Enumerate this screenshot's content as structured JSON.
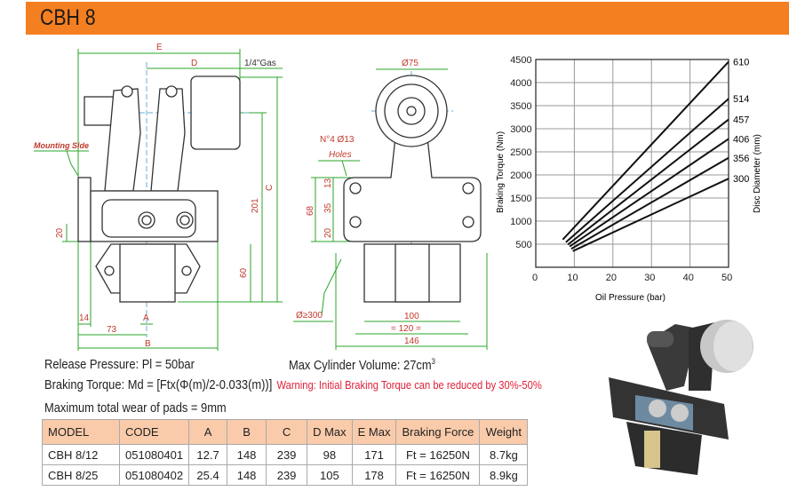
{
  "title": "CBH 8",
  "side_view": {
    "E": "E",
    "D": "D",
    "gas": "1/4\"Gas",
    "mounting_side": "Mounting Side",
    "C": "C",
    "dim_201": "201",
    "dim_60": "60",
    "dim_20": "20",
    "dim_14": "14",
    "A": "A",
    "dim_73": "73",
    "B": "B"
  },
  "front_view": {
    "dia75": "Ø75",
    "holes_count": "N°4 Ø13",
    "holes": "Holes",
    "dim_68": "68",
    "dim_13": "13",
    "dim_35": "35",
    "dim_20": "20",
    "disc_min": "Ø≥300",
    "dim_100": "100",
    "dim_120": "= 120 =",
    "dim_146": "146"
  },
  "specs": {
    "release_pressure": "Release Pressure: Pl = 50bar",
    "cylinder_volume": "Max Cylinder Volume: 27cm",
    "cylinder_volume_sup": "3",
    "braking_torque": "Braking Torque: Md = [Ftx(Φ(m)/2-0.033(m))]",
    "warning": "Warning: Initial Braking Torque can be reduced by 30%-50%",
    "pad_wear": "Maximum total wear of pads = 9mm"
  },
  "table": {
    "headers": [
      "MODEL",
      "CODE",
      "A",
      "B",
      "C",
      "D Max",
      "E Max",
      "Braking Force",
      "Weight"
    ],
    "rows": [
      [
        "CBH 8/12",
        "051080401",
        "12.7",
        "148",
        "239",
        "98",
        "171",
        "Ft = 16250N",
        "8.7kg"
      ],
      [
        "CBH 8/25",
        "051080402",
        "25.4",
        "148",
        "239",
        "105",
        "178",
        "Ft = 16250N",
        "8.9kg"
      ]
    ]
  },
  "chart_data": {
    "type": "line",
    "xlabel": "Oil Pressure (bar)",
    "ylabel": "Braking Torque (Nm)",
    "y2label": "Disc Diameter (mm)",
    "xlim": [
      0,
      50
    ],
    "ylim": [
      0,
      4500
    ],
    "xticks": [
      "0",
      "10",
      "20",
      "30",
      "40",
      "50"
    ],
    "yticks": [
      "500",
      "1000",
      "1500",
      "2000",
      "2500",
      "3000",
      "3500",
      "4000",
      "4500"
    ],
    "grid": true,
    "series": [
      {
        "name": "610",
        "x": [
          7,
          50
        ],
        "y": [
          600,
          4450
        ]
      },
      {
        "name": "514",
        "x": [
          7.8,
          50
        ],
        "y": [
          540,
          3650
        ]
      },
      {
        "name": "457",
        "x": [
          8.3,
          50
        ],
        "y": [
          490,
          3200
        ]
      },
      {
        "name": "406",
        "x": [
          8.8,
          50
        ],
        "y": [
          450,
          2780
        ]
      },
      {
        "name": "356",
        "x": [
          9.2,
          50
        ],
        "y": [
          400,
          2370
        ]
      },
      {
        "name": "300",
        "x": [
          9.6,
          50
        ],
        "y": [
          350,
          1920
        ]
      }
    ]
  },
  "colors": {
    "banner": "#F47F20",
    "table_header": "#F9CBAA",
    "warning": "#e0203a",
    "dimension": "#2aa52a",
    "dim_text": "#c0392b"
  }
}
